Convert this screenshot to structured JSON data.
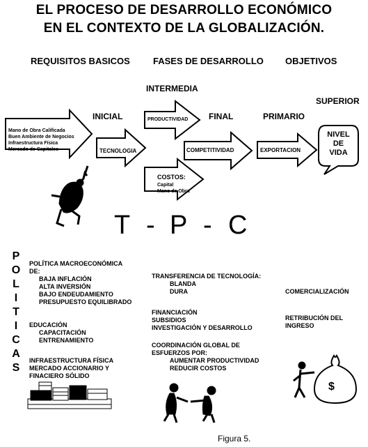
{
  "title": {
    "line1": "EL PROCESO DE DESARROLLO ECONÓMICO",
    "line2": "EN EL CONTEXTO DE LA GLOBALIZACIÓN."
  },
  "headers": {
    "requisitos": "REQUISITOS BASICOS",
    "fases": "FASES DE DESARROLLO",
    "objetivos": "OBJETIVOS"
  },
  "stages": {
    "intermedia": "INTERMEDIA",
    "inicial": "INICIAL",
    "final": "FINAL",
    "primario": "PRIMARIO",
    "superior": "SUPERIOR"
  },
  "requisitos_items": [
    "Mano de Obra Calificada",
    "Buen Ambiente de Negocios",
    "Infraestructura Física",
    "Mercado de Capitales"
  ],
  "arrows": {
    "tecnologia": "TECNOLOGIA",
    "productividad": "PRODUCTIVIDAD",
    "competitividad": "COMPETITIVIDAD",
    "exportacion": "EXPORTACION",
    "costos": "COSTOS:",
    "costos_items": [
      "Capital",
      "Mano de Obra"
    ]
  },
  "nivel_de_vida": [
    "NIVEL",
    "DE",
    "VIDA"
  ],
  "tpc": {
    "t": "T",
    "d1": "-",
    "p": "P",
    "d2": "-",
    "c": "C"
  },
  "politicas_letters": [
    "P",
    "O",
    "L",
    "I",
    "T",
    "I",
    "C",
    "A",
    "S"
  ],
  "col1": {
    "macro_title": [
      "POLÍTICA MACROECONÓMICA",
      "DE:"
    ],
    "macro_items": [
      "BAJA INFLACIÓN",
      "ALTA INVERSIÓN",
      "BAJO ENDEUDAMIENTO",
      "PRESUPUESTO EQUILIBRADO"
    ],
    "educ_title": "EDUCACIÓN",
    "educ_items": [
      "CAPACITACIÓN",
      "ENTRENAMIENTO"
    ],
    "infra": [
      "INFRAESTRUCTURA FÍSICA",
      "MERCADO ACCIONARIO Y",
      "FINACIERO SÓLIDO"
    ]
  },
  "col2": {
    "transf_title": "TRANSFERENCIA DE TECNOLOGÍA:",
    "transf_items": [
      "BLANDA",
      "DURA"
    ],
    "fin": [
      "FINANCIACIÓN",
      "SUBSIDIOS",
      "INVESTIGACIÓN Y DESARROLLO"
    ],
    "coord_title": [
      "COORDINACIÓN GLOBAL DE",
      "ESFUERZOS POR:"
    ],
    "coord_items": [
      "AUMENTAR PRODUCTIVIDAD",
      "REDUCIR COSTOS"
    ]
  },
  "col3": {
    "comercializacion": "COMERCIALIZACIÓN",
    "retribucion": [
      "RETRIBUCIÓN DEL",
      "INGRESO"
    ]
  },
  "money_symbol": "$",
  "caption": "Figura 5."
}
